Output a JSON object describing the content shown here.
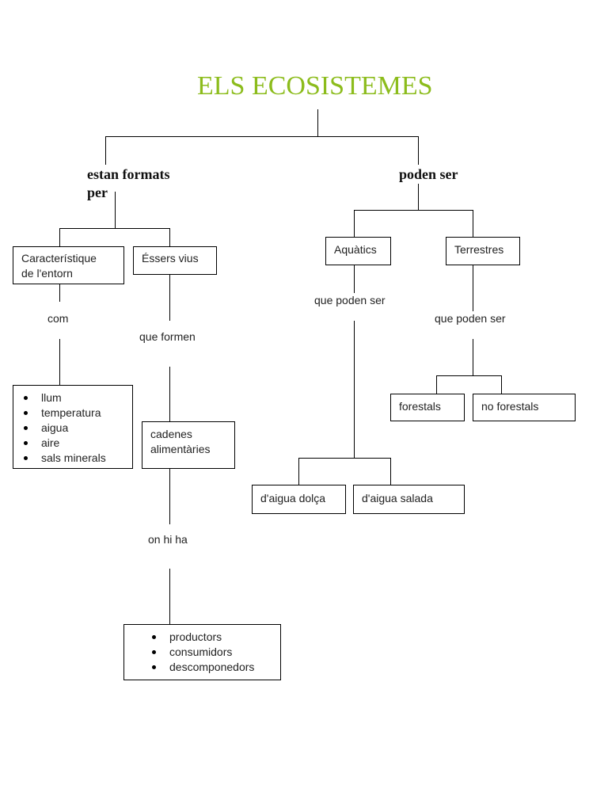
{
  "title": "ELS ECOSISTEMES",
  "colors": {
    "title": "#8cbc1c",
    "lines": "#000000"
  },
  "left_branch": {
    "label": "estan formats",
    "label_line2": "per",
    "caracteristiques": {
      "label_line1": "Característique",
      "label_line2": "de l'entorn",
      "connector": "com",
      "items": [
        "llum",
        "temperatura",
        "aigua",
        "aire",
        "sals minerals"
      ]
    },
    "essers_vius": {
      "label": "Éssers vius",
      "connector": "que formen",
      "cadenes_line1": "cadenes",
      "cadenes_line2": "alimentàries",
      "connector2": "on hi ha",
      "items": [
        "productors",
        "consumidors",
        "descomponedors"
      ]
    }
  },
  "right_branch": {
    "label": "poden ser",
    "aquatics": {
      "label": "Aquàtics",
      "connector": "que poden ser",
      "children": [
        "d'aigua dolça",
        "d'aigua salada"
      ]
    },
    "terrestres": {
      "label": "Terrestres",
      "connector": "que poden ser",
      "children": [
        "forestals",
        "no forestals"
      ]
    }
  }
}
